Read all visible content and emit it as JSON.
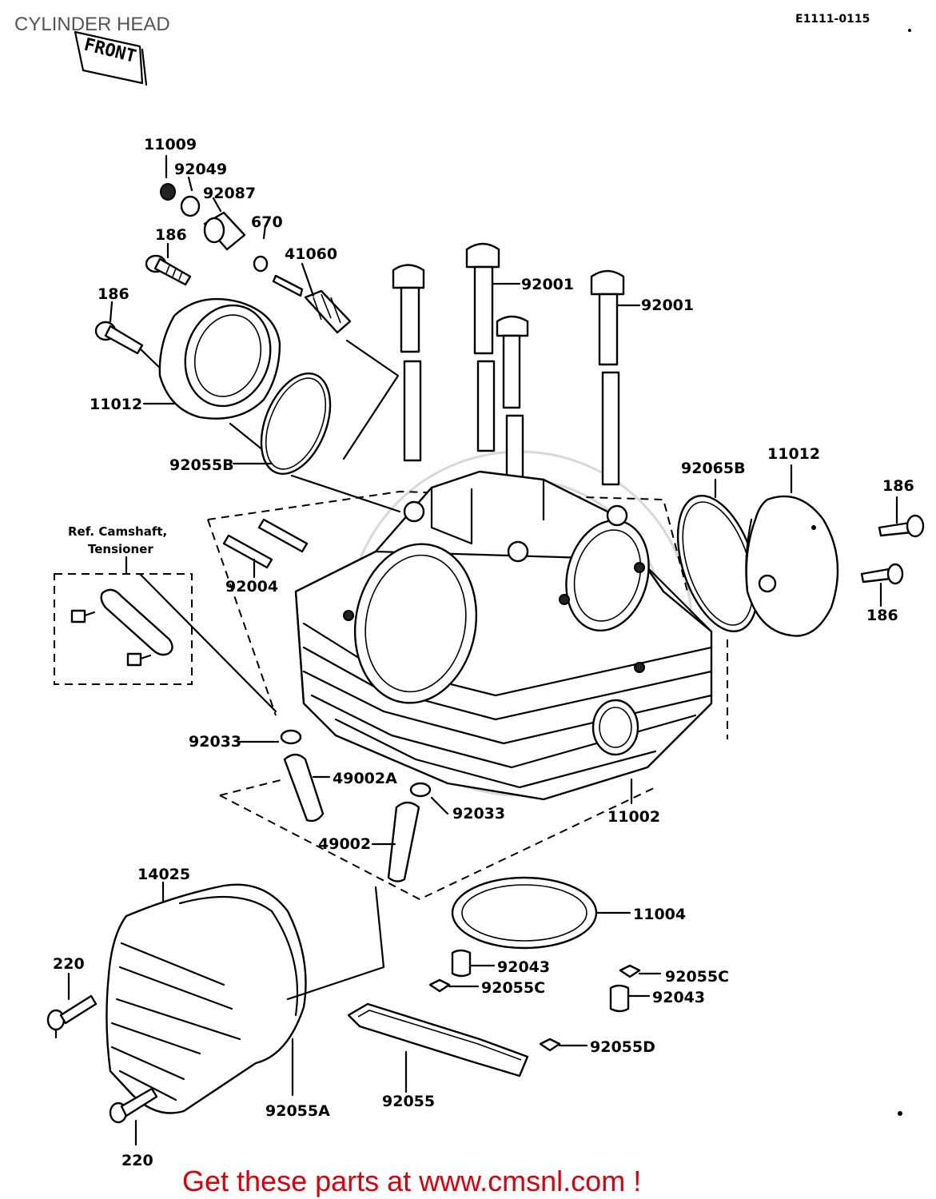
{
  "diagram": {
    "title": "CYLINDER HEAD",
    "code": "E1111-0115",
    "front_tag": "FRONT",
    "reference_note": [
      "Ref. Camshaft,",
      "Tensioner"
    ],
    "footer": "Get these parts at www.cmsnl.com !",
    "parts": [
      {
        "id": "p1",
        "label": "11009"
      },
      {
        "id": "p2",
        "label": "92049"
      },
      {
        "id": "p3",
        "label": "92087"
      },
      {
        "id": "p4",
        "label": "186"
      },
      {
        "id": "p5",
        "label": "670"
      },
      {
        "id": "p6",
        "label": "41060"
      },
      {
        "id": "p7",
        "label": "186"
      },
      {
        "id": "p8",
        "label": "92001"
      },
      {
        "id": "p9",
        "label": "92001"
      },
      {
        "id": "p10",
        "label": "11012"
      },
      {
        "id": "p11",
        "label": "92055B"
      },
      {
        "id": "p12",
        "label": "92065B"
      },
      {
        "id": "p13",
        "label": "11012"
      },
      {
        "id": "p14",
        "label": "186"
      },
      {
        "id": "p15",
        "label": "186"
      },
      {
        "id": "p16",
        "label": "92004"
      },
      {
        "id": "p17",
        "label": "92033"
      },
      {
        "id": "p18",
        "label": "49002A"
      },
      {
        "id": "p19",
        "label": "92033"
      },
      {
        "id": "p20",
        "label": "11002"
      },
      {
        "id": "p21",
        "label": "49002"
      },
      {
        "id": "p22",
        "label": "14025"
      },
      {
        "id": "p23",
        "label": "11004"
      },
      {
        "id": "p24",
        "label": "220"
      },
      {
        "id": "p25",
        "label": "92043"
      },
      {
        "id": "p26",
        "label": "92055C"
      },
      {
        "id": "p27",
        "label": "92055C"
      },
      {
        "id": "p28",
        "label": "92043"
      },
      {
        "id": "p29",
        "label": "92055D"
      },
      {
        "id": "p30",
        "label": "92055A"
      },
      {
        "id": "p31",
        "label": "92055"
      },
      {
        "id": "p32",
        "label": "220"
      }
    ]
  }
}
